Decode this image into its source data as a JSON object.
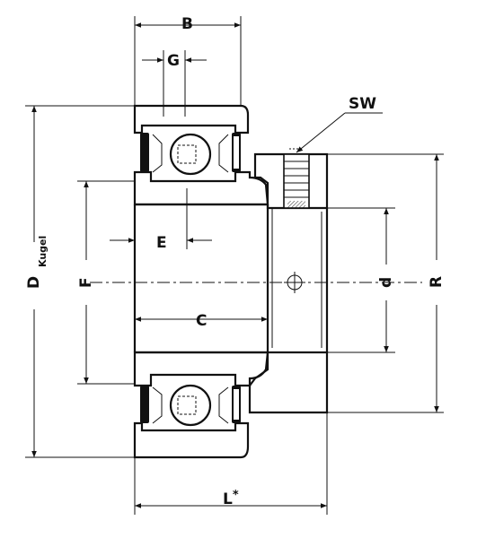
{
  "labels": {
    "B": "B",
    "G": "G",
    "SW": "SW",
    "D": "D",
    "Kugel": "Kugel",
    "F": "F",
    "E": "E",
    "C": "C",
    "d": "d",
    "R": "R",
    "L": "L",
    "L_star": "*"
  }
}
